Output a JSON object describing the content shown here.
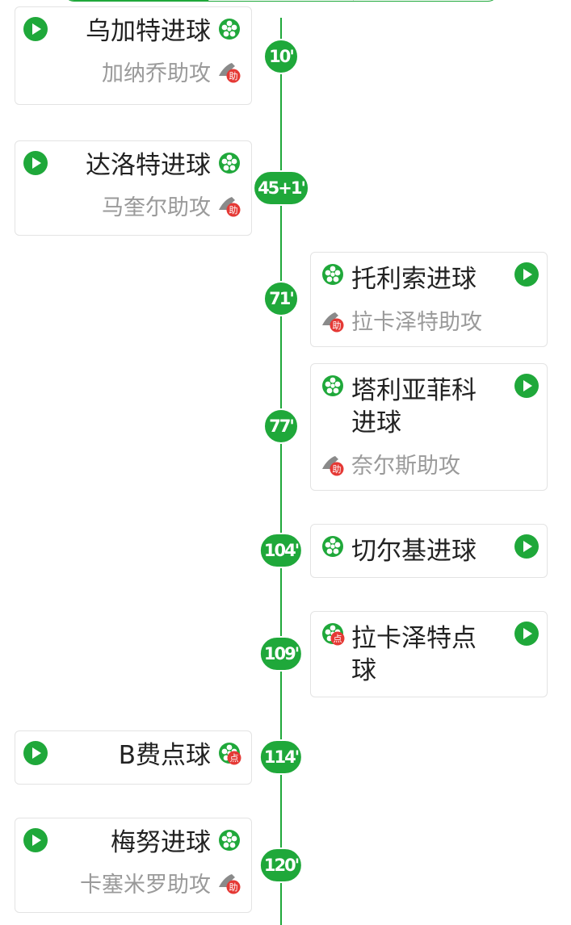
{
  "colors": {
    "accent": "#1fa83a",
    "assist_badge": "#e53935",
    "penalty_badge": "#e53935",
    "line": "#1fa83a",
    "title_text": "#222222",
    "assist_text": "#9a9a9a"
  },
  "icons": {
    "play": "play-icon",
    "goal": "football-icon",
    "penalty": "penalty-football-icon",
    "assist": "boot-assist-icon"
  },
  "badges": {
    "assist": "助",
    "penalty": "点"
  },
  "events": [
    {
      "minute": "10'",
      "side": "left",
      "type": "goal",
      "title": "乌加特进球",
      "assist": "加纳乔助攻"
    },
    {
      "minute": "45+1'",
      "side": "left",
      "type": "goal",
      "title": "达洛特进球",
      "assist": "马奎尔助攻"
    },
    {
      "minute": "71'",
      "side": "right",
      "type": "goal",
      "title": "托利索进球",
      "assist": "拉卡泽特助攻"
    },
    {
      "minute": "77'",
      "side": "right",
      "type": "goal",
      "title": "塔利亚菲科进球",
      "assist": "奈尔斯助攻"
    },
    {
      "minute": "104'",
      "side": "right",
      "type": "goal",
      "title": "切尔基进球",
      "assist": ""
    },
    {
      "minute": "109'",
      "side": "right",
      "type": "penalty",
      "title": "拉卡泽特点球",
      "assist": ""
    },
    {
      "minute": "114'",
      "side": "left",
      "type": "penalty",
      "title": "B费点球",
      "assist": ""
    },
    {
      "minute": "120'",
      "side": "left",
      "type": "goal",
      "title": "梅努进球",
      "assist": "卡塞米罗助攻"
    }
  ]
}
